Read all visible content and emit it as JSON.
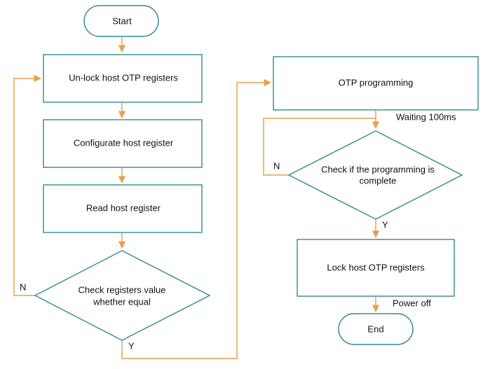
{
  "flowchart": {
    "colors": {
      "node_border": "#2e8b94",
      "arrow": "#e8a04c",
      "background": "#ffffff",
      "text": "#111111"
    },
    "nodes": {
      "start": "Start",
      "unlock": "Un-lock host OTP registers",
      "configure": "Configurate host register",
      "read": "Read host register",
      "check_registers_line1": "Check registers value",
      "check_registers_line2": "whether equal",
      "otp_programming": "OTP programming",
      "check_complete_line1": "Check if the programming is",
      "check_complete_line2": "complete",
      "lock": "Lock host OTP registers",
      "end": "End"
    },
    "edge_labels": {
      "registers_no": "N",
      "registers_yes": "Y",
      "waiting": "Waiting 100ms",
      "complete_no": "N",
      "complete_yes": "Y",
      "power_off": "Power off"
    }
  }
}
